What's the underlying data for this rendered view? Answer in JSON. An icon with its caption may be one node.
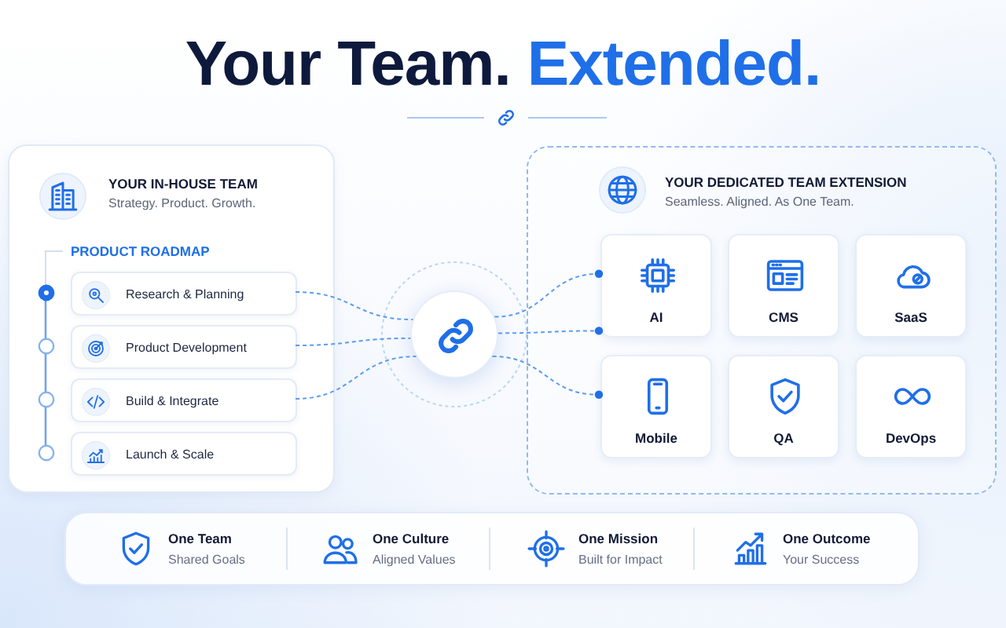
{
  "diagram": {
    "title": "Your Team. Extended.",
    "nodes": [
      {
        "text": [
          "YOUR IN-HOUSE TEAM",
          "Strategy. Product. Growth.",
          "PRODUCT ROADMAP"
        ]
      },
      {
        "text": [
          "Research & Planning"
        ],
        "in": 0
      },
      {
        "text": [
          "Product Development"
        ],
        "in": 0
      },
      {
        "text": [
          "Build & Integrate"
        ],
        "in": 0
      },
      {
        "text": [
          "Launch & Scale"
        ],
        "in": 0
      },
      {
        "text": [],
        "shape": "circle"
      },
      {
        "text": [
          "YOUR DEDICATED TEAM EXTENSION",
          "Seamless. Aligned. As One Team."
        ]
      },
      {
        "text": [
          "AI"
        ],
        "in": 6
      },
      {
        "text": [
          "CMS"
        ],
        "in": 6
      },
      {
        "text": [
          "SaaS"
        ],
        "in": 6
      },
      {
        "text": [
          "Mobile"
        ],
        "in": 6
      },
      {
        "text": [
          "QA"
        ],
        "in": 6
      },
      {
        "text": [
          "DevOps"
        ],
        "in": 6
      },
      {
        "text": [],
        "shape": "box"
      },
      {
        "text": [
          "One Team",
          "Shared Goals"
        ],
        "in": 13
      },
      {
        "text": [
          "One Culture",
          "Aligned Values"
        ],
        "in": 13
      },
      {
        "text": [
          "One Mission",
          "Built for Impact"
        ],
        "in": 13
      },
      {
        "text": [
          "One Outcome",
          "Your Success"
        ],
        "in": 13
      }
    ],
    "edges": [
      {
        "from": 1,
        "to": 5,
        "arrow": "none",
        "style": "dashed"
      },
      {
        "from": 2,
        "to": 5,
        "arrow": "none",
        "style": "dashed"
      },
      {
        "from": 3,
        "to": 5,
        "arrow": "none",
        "style": "dashed"
      },
      {
        "from": 5,
        "to": 7,
        "arrow": "other",
        "style": "dashed"
      },
      {
        "from": 5,
        "to": 7,
        "arrow": "other",
        "style": "dashed"
      },
      {
        "from": 5,
        "to": 10,
        "arrow": "other",
        "style": "dashed"
      }
    ]
  }
}
